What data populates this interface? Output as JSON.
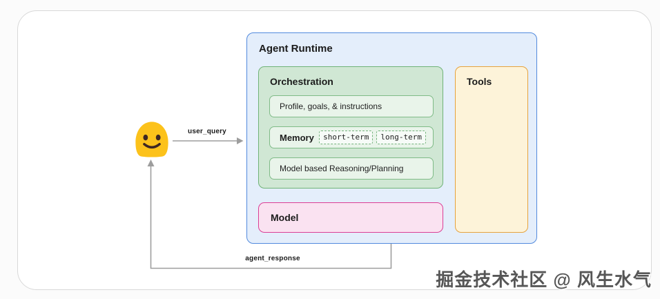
{
  "colors": {
    "runtime_fill": "#e4eefb",
    "runtime_border": "#5189dd",
    "green_fill": "#d0e7d4",
    "green_border": "#6fb277",
    "green_inner_fill": "#e9f4ea",
    "green_inner_border": "#7fbb87",
    "chip_border": "#74b37c",
    "tools_fill": "#fdf3d9",
    "tools_border": "#e6a23c",
    "model_fill": "#fae2f1",
    "model_border": "#db3d94",
    "arrow": "#9d9d9d",
    "blob_yellow": "#fcc21b",
    "watermark": "#565656"
  },
  "user": {
    "icon": "smiley-blob-icon"
  },
  "diagram": {
    "agent_runtime": {
      "title": "Agent Runtime",
      "orchestration": {
        "title": "Orchestration",
        "profile_label": "Profile, goals, & instructions",
        "memory": {
          "label": "Memory",
          "chips": [
            "short-term",
            "long-term"
          ]
        },
        "reasoning_label": "Model based Reasoning/Planning"
      },
      "model_label": "Model",
      "tools_label": "Tools"
    },
    "arrows": {
      "user_query": "user_query",
      "agent_response": "agent_response"
    }
  },
  "watermark": {
    "text": "掘金技术社区 @ 风生水气"
  }
}
